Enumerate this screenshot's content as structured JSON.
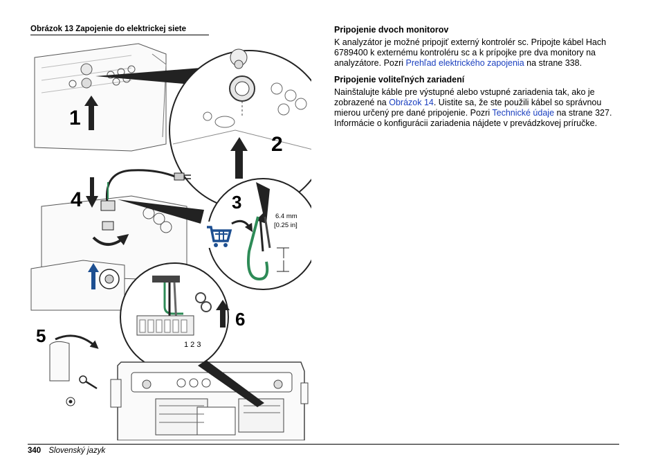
{
  "figure": {
    "caption": "Obrázok 13  Zapojenie do elektrickej siete",
    "step_numbers": [
      "1",
      "2",
      "3",
      "4",
      "5",
      "6"
    ],
    "dimension_mm": "6.4 mm",
    "dimension_in": "[0.25 in]",
    "terminal_labels": "1 2 3"
  },
  "section1": {
    "heading": "Pripojenie dvoch monitorov",
    "text_before_link": "K analyzátor je možné pripojiť externý kontrolér sc. Pripojte kábel Hach 6789400 k externému kontroléru sc a k prípojke pre dva monitory na analyzátore. Pozri ",
    "link": "Prehľad elektrického zapojenia",
    "text_after_link": " na strane 338."
  },
  "section2": {
    "heading": "Pripojenie voliteľných zariadení",
    "text_before_link1": "Nainštalujte káble pre výstupné alebo vstupné zariadenia tak, ako je zobrazené na ",
    "link1": "Obrázok 14",
    "text_mid": ". Uistite sa, že ste použili kábel so správnou mierou určený pre dané pripojenie. Pozri ",
    "link2": "Technické údaje",
    "text_after_link2": " na strane 327. Informácie o konfigurácii zariadenia nájdete v prevádzkovej príručke."
  },
  "footer": {
    "page": "340",
    "language": "Slovenský jazyk"
  },
  "colors": {
    "link": "#1a3fbf",
    "wire_green": "#2e8b57",
    "cart_blue": "#1d4f91"
  }
}
